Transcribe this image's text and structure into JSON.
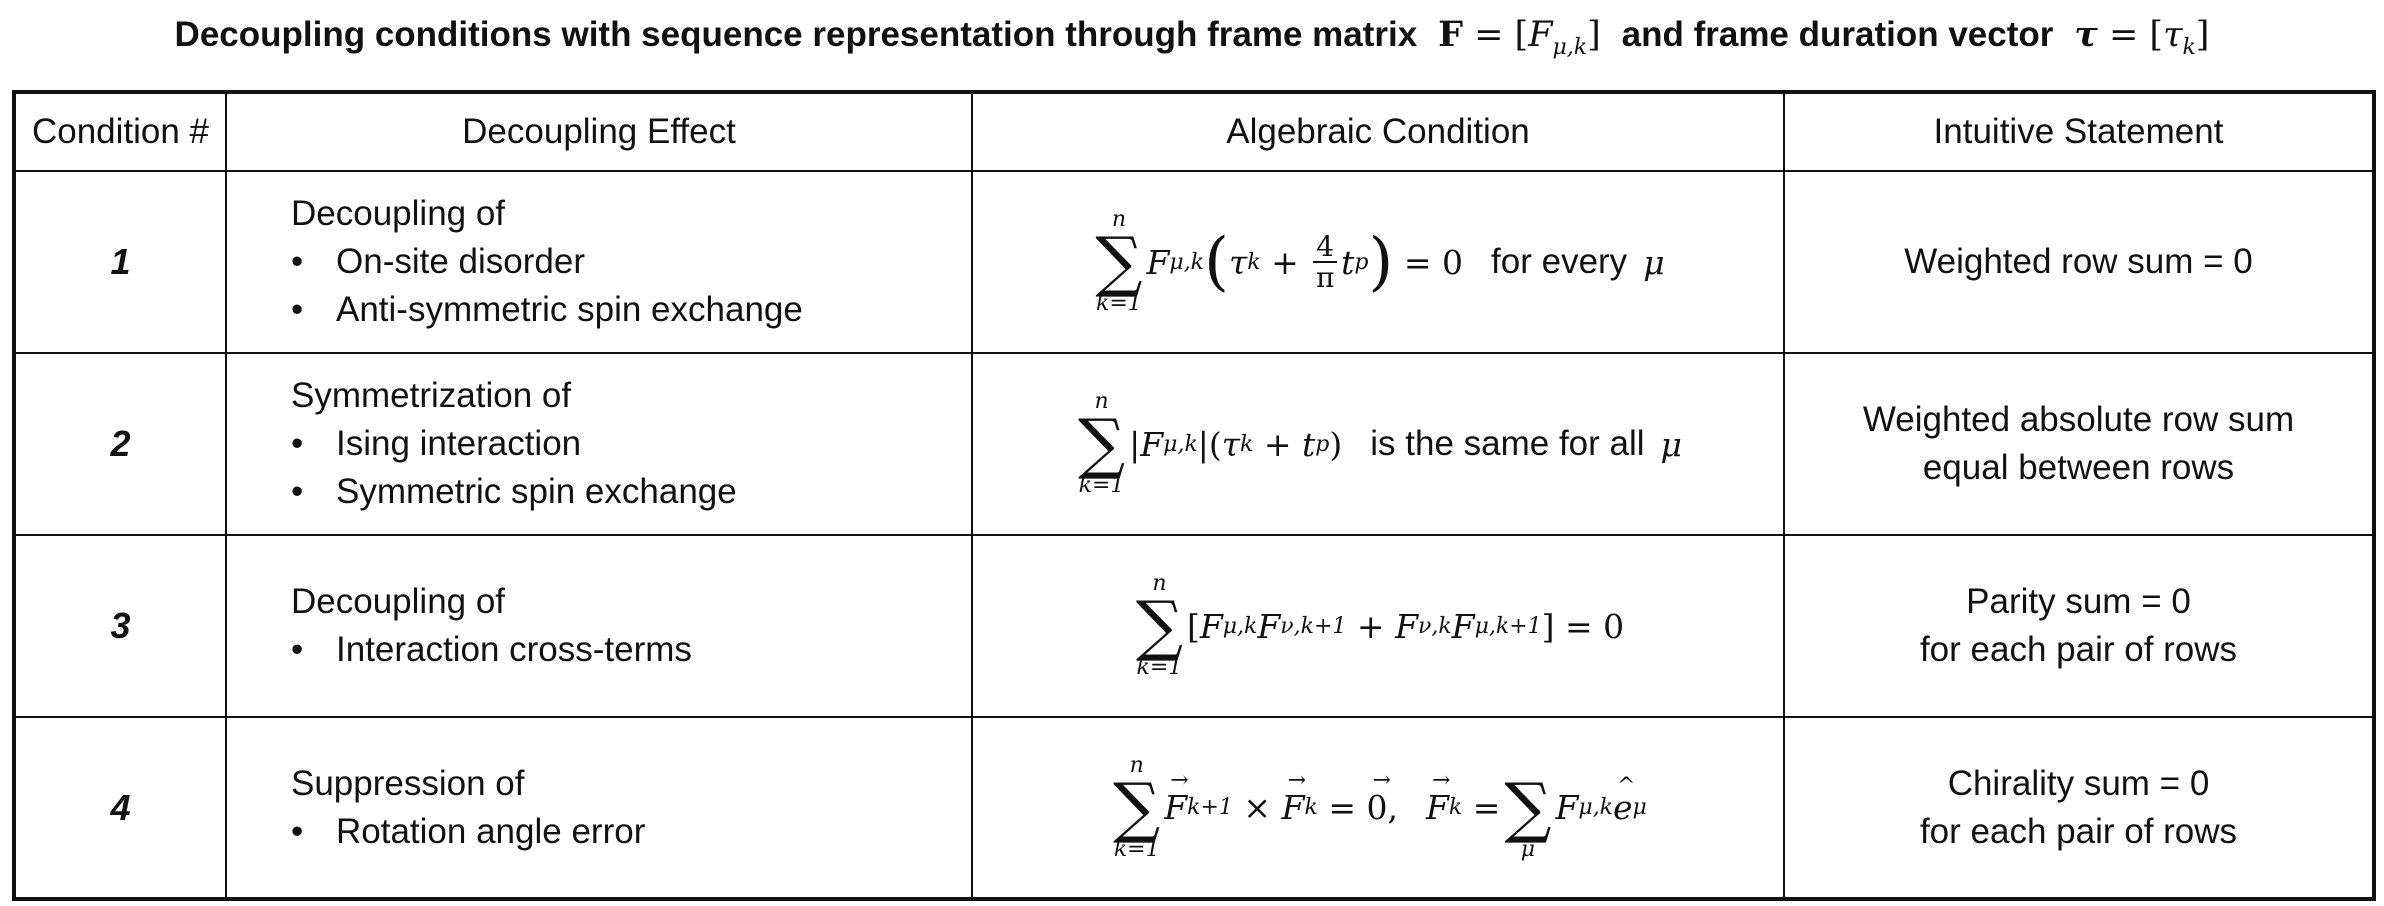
{
  "title": {
    "text_before": "Decoupling conditions with sequence representation through frame matrix",
    "text_middle": "and frame duration vector"
  },
  "headers": [
    "Condition #",
    "Decoupling Effect",
    "Algebraic Condition",
    "Intuitive Statement"
  ],
  "rows": [
    {
      "number": "1",
      "effect_heading": "Decoupling of",
      "effect_items": [
        "On-site disorder",
        "Anti-symmetric spin exchange"
      ],
      "condition_text": "for every",
      "statement_lines": [
        "Weighted row sum = 0"
      ]
    },
    {
      "number": "2",
      "effect_heading": "Symmetrization of",
      "effect_items": [
        "Ising interaction",
        "Symmetric spin exchange"
      ],
      "condition_text": "is the same for all",
      "statement_lines": [
        "Weighted absolute row sum",
        "equal between rows"
      ]
    },
    {
      "number": "3",
      "effect_heading": "Decoupling of",
      "effect_items": [
        "Interaction cross-terms"
      ],
      "condition_text": "",
      "statement_lines": [
        "Parity sum = 0",
        "for each pair of rows"
      ]
    },
    {
      "number": "4",
      "effect_heading": "Suppression of",
      "effect_items": [
        "Rotation angle error"
      ],
      "condition_text": "",
      "statement_lines": [
        "Chirality sum = 0",
        "for each pair of rows"
      ]
    }
  ],
  "bullet_glyph": "•"
}
